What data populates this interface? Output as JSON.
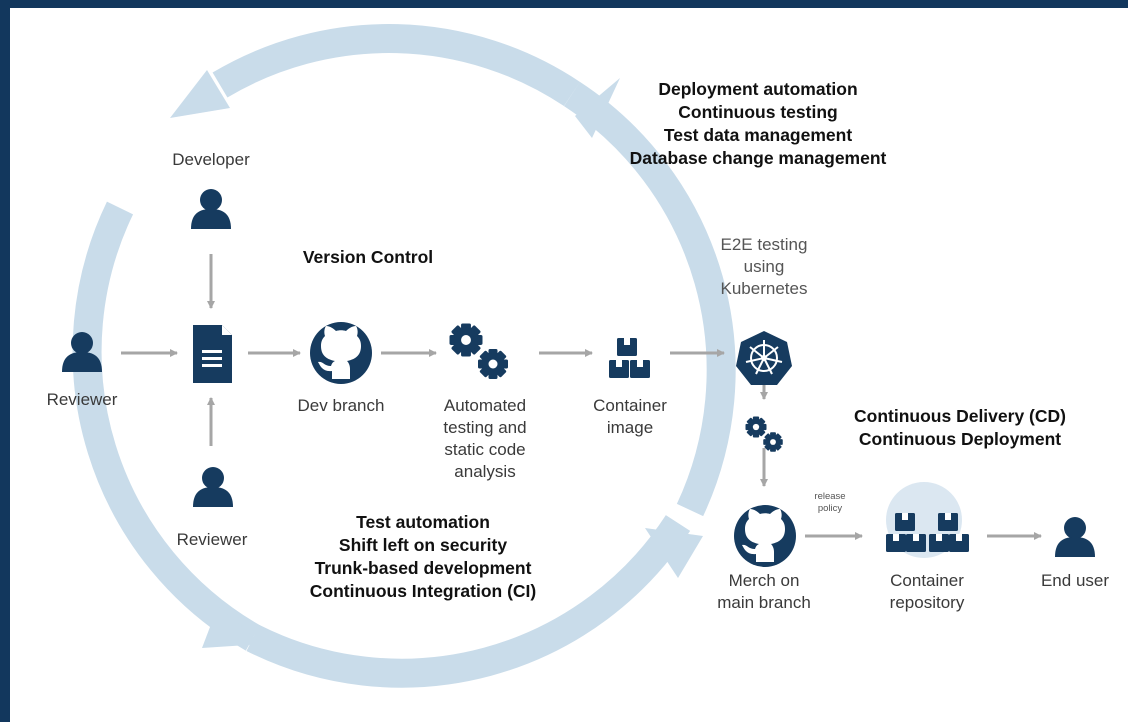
{
  "colors": {
    "frame": "#12375d",
    "icon": "#163b5f",
    "cycle_arrow": "#c9dcea",
    "connector": "#a6a6a6"
  },
  "nodes": {
    "developer": {
      "label": "Developer",
      "icon": "person-icon"
    },
    "reviewer_left": {
      "label": "Reviewer",
      "icon": "person-icon"
    },
    "reviewer_bottom": {
      "label": "Reviewer",
      "icon": "person-icon"
    },
    "document": {
      "icon": "document-icon"
    },
    "dev_branch": {
      "label": "Dev branch",
      "icon": "github-icon"
    },
    "automated_testing": {
      "label_lines": [
        "Automated",
        "testing and",
        "static code",
        "analysis"
      ],
      "icon": "gears-icon"
    },
    "container_image": {
      "label_lines": [
        "Container",
        "image"
      ],
      "icon": "boxes-icon"
    },
    "kubernetes": {
      "label_lines": [
        "E2E testing",
        "using",
        "Kubernetes"
      ],
      "icon": "kubernetes-icon"
    },
    "deploy_gears": {
      "icon": "gears-icon"
    },
    "merge_main": {
      "label_lines": [
        "Merch on",
        "main branch"
      ],
      "icon": "github-icon"
    },
    "container_repo": {
      "label_lines": [
        "Container",
        "repository"
      ],
      "icon": "boxes-globe-icon"
    },
    "end_user": {
      "label": "End user",
      "icon": "person-icon"
    }
  },
  "edge_labels": {
    "release_policy": [
      "release",
      "policy"
    ]
  },
  "headings": {
    "version_control": "Version Control",
    "cd": [
      "Deployment automation",
      "Continuous testing",
      "Test data management",
      "Database change management"
    ],
    "ci": [
      "Test automation",
      "Shift left on security",
      "Trunk-based development",
      "Continuous Integration (CI)"
    ],
    "delivery": [
      "Continuous Delivery (CD)",
      "Continuous Deployment"
    ]
  }
}
